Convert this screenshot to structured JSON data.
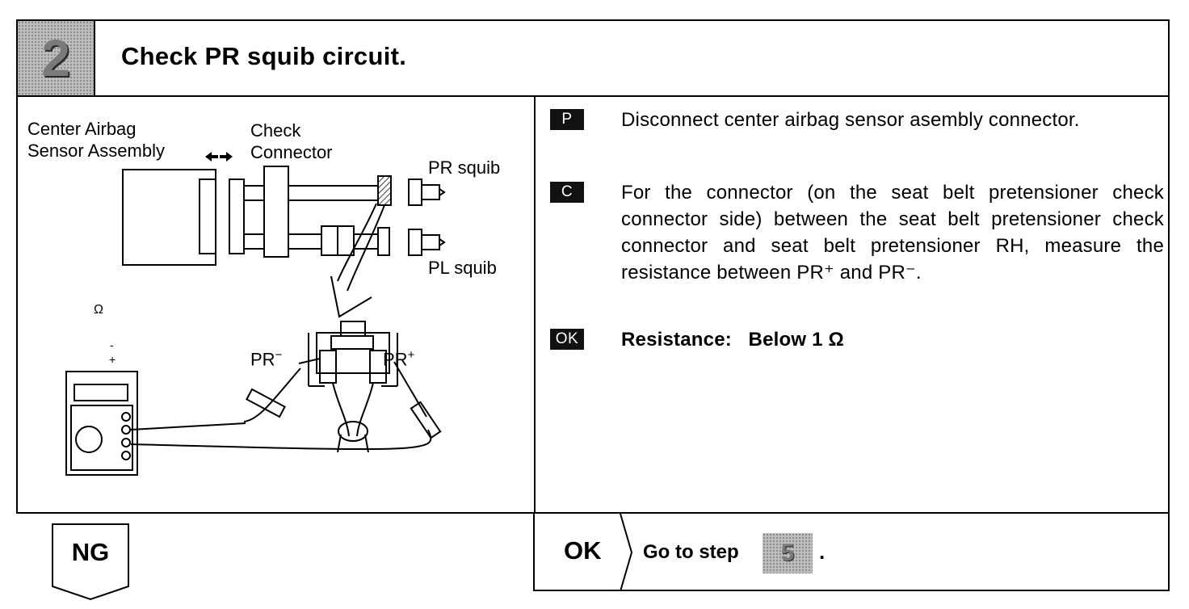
{
  "header": {
    "step_number": "2",
    "title": "Check PR squib circuit."
  },
  "diagram": {
    "label_sensor_line1": "Center Airbag",
    "label_sensor_line2": "Sensor Assembly",
    "label_check_line1": "Check",
    "label_check_line2": "Connector",
    "label_pr_squib": "PR squib",
    "label_pl_squib": "PL squib",
    "label_pr_minus": "PR",
    "label_pr_minus_sup": "−",
    "label_pr_plus": "PR",
    "label_pr_plus_sup": "+",
    "meter_display": "Ω",
    "meter_minus": "-",
    "meter_plus": "+"
  },
  "instructions": [
    {
      "tag": "P",
      "text": "Disconnect center airbag sensor asembly connector."
    },
    {
      "tag": "C",
      "text": "For the connector (on the seat belt pretensioner check connector side) between the seat belt pretensioner check connector and seat belt pretensioner RH, measure the resistance between PR⁺ and PR⁻."
    },
    {
      "tag": "OK",
      "text": "Resistance:   Below 1 Ω"
    }
  ],
  "result": {
    "ng_label": "NG",
    "ok_label": "OK",
    "goto_text": "Go to step",
    "goto_step": "5",
    "goto_suffix": "."
  }
}
